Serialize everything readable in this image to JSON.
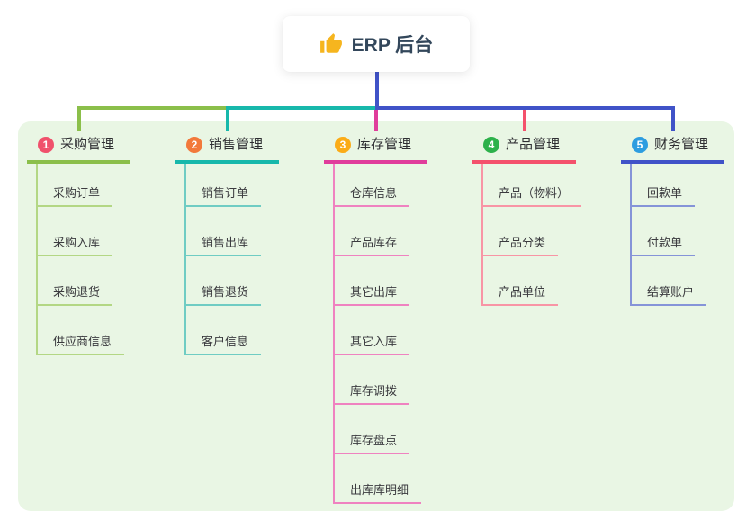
{
  "root": {
    "label": "ERP 后台",
    "icon": "thumbs-up-icon",
    "icon_color": "#f6b51e",
    "text_color": "#33475b"
  },
  "palette": {
    "green": "#8bbf4a",
    "teal": "#17b8ab",
    "magenta": "#e03d9b",
    "red": "#f4516c",
    "blue": "#4053c8",
    "panel_bg": "#e9f6e4"
  },
  "branches": [
    {
      "number": "1",
      "title": "采购管理",
      "colors": {
        "badge": "#f0516c",
        "main": "#8bbf4a",
        "child": "#b3d784"
      },
      "children": [
        "采购订单",
        "采购入库",
        "采购退货",
        "供应商信息"
      ]
    },
    {
      "number": "2",
      "title": "销售管理",
      "colors": {
        "badge": "#f2793b",
        "main": "#17b8ab",
        "child": "#6fccc3"
      },
      "children": [
        "销售订单",
        "销售出库",
        "销售退货",
        "客户信息"
      ]
    },
    {
      "number": "3",
      "title": "库存管理",
      "colors": {
        "badge": "#fbac17",
        "main": "#e03d9b",
        "child": "#ef82c0"
      },
      "children": [
        "仓库信息",
        "产品库存",
        "其它出库",
        "其它入库",
        "库存调拨",
        "库存盘点",
        "出库库明细"
      ]
    },
    {
      "number": "4",
      "title": "产品管理",
      "colors": {
        "badge": "#2db14b",
        "main": "#f4516c",
        "child": "#f895a5"
      },
      "children": [
        "产品（物料）",
        "产品分类",
        "产品单位"
      ]
    },
    {
      "number": "5",
      "title": "财务管理",
      "colors": {
        "badge": "#2d9de0",
        "main": "#4053c8",
        "child": "#8594d8"
      },
      "children": [
        "回款单",
        "付款单",
        "结算账户"
      ]
    }
  ]
}
